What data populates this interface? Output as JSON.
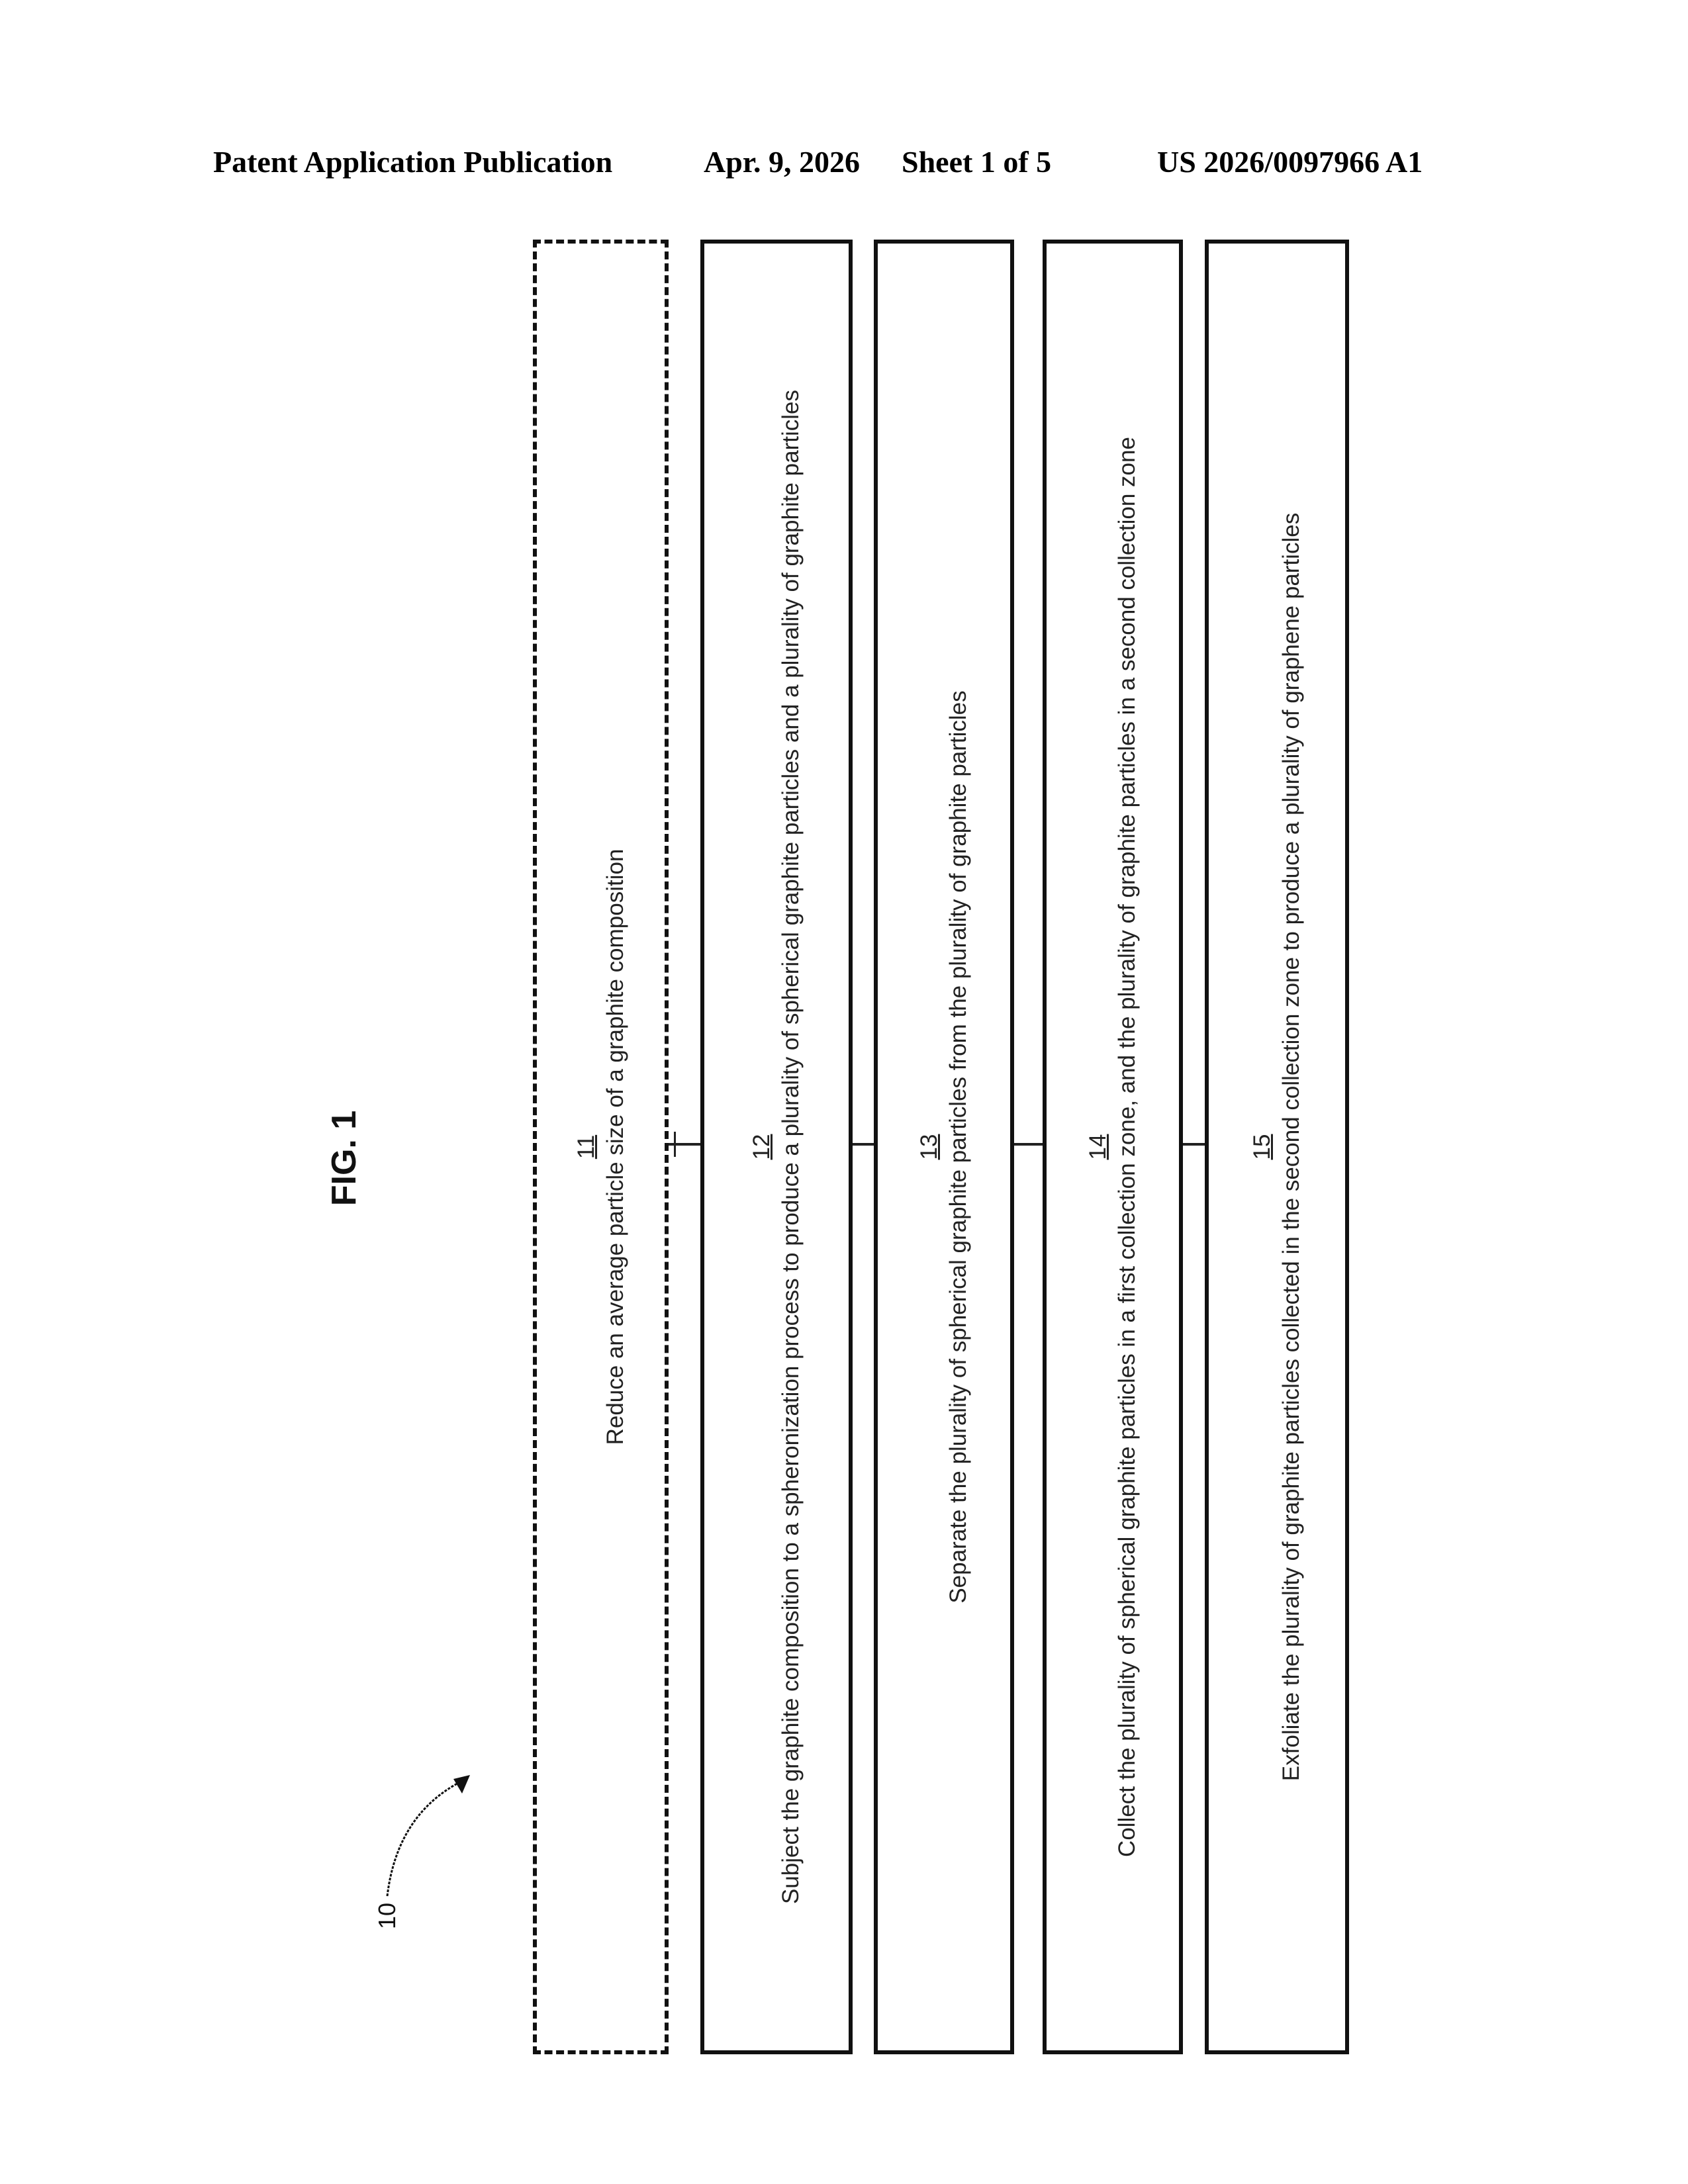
{
  "header": {
    "publication_type": "Patent Application Publication",
    "date": "Apr. 9, 2026",
    "sheet": "Sheet 1 of 5",
    "publication_number": "US 2026/0097966 A1"
  },
  "figure": {
    "title": "FIG. 1",
    "reference_label": "10",
    "orientation": "rotated 90° counter-clockwise (text reads bottom-to-top)"
  },
  "steps": [
    {
      "ref": "11",
      "text": "Reduce an average particle size of a graphite composition",
      "border": "dashed",
      "optional": true
    },
    {
      "ref": "12",
      "text": "Subject the graphite composition to a spheronization process to produce a plurality of spherical graphite particles and a plurality of graphite particles",
      "border": "solid"
    },
    {
      "ref": "13",
      "text": "Separate the plurality of spherical graphite particles from the plurality of graphite particles",
      "border": "solid"
    },
    {
      "ref": "14",
      "text": "Collect the plurality of spherical graphite particles in a first collection zone, and the plurality of graphite particles in a second collection zone",
      "border": "solid"
    },
    {
      "ref": "15",
      "text": "Exfoliate the plurality of graphite particles collected in the second collection zone to produce a plurality of graphene particles",
      "border": "solid"
    }
  ]
}
